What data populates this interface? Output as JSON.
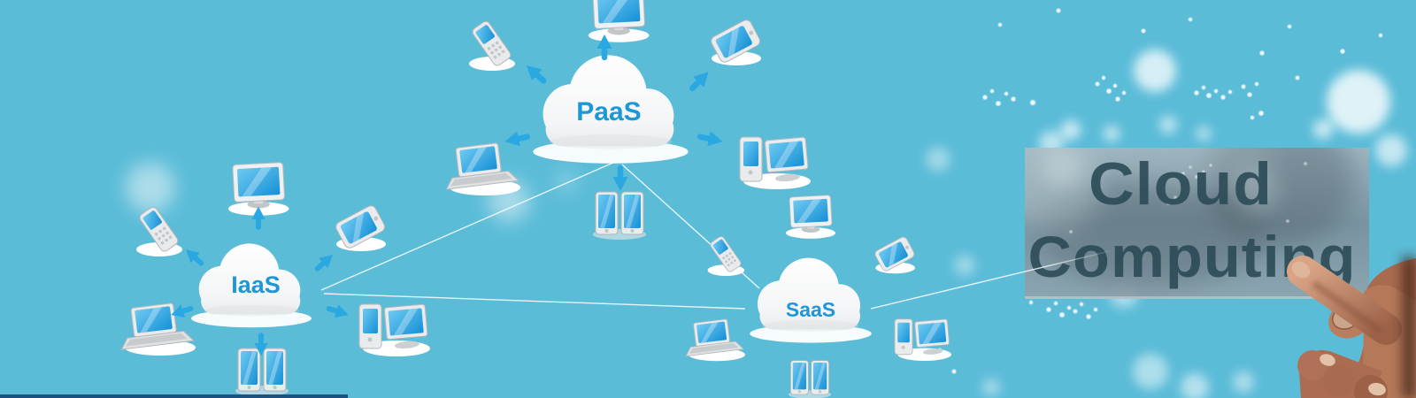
{
  "banner": {
    "description": "Cloud computing concept banner: three clouds (PaaS, IaaS, SaaS) linked to client devices, with a hand touching the words Cloud Computing"
  },
  "clouds": [
    {
      "id": "paas",
      "label": "PaaS"
    },
    {
      "id": "iaas",
      "label": "IaaS"
    },
    {
      "id": "saas",
      "label": "SaaS"
    }
  ],
  "panel": {
    "line1": "Cloud",
    "line2": "Computing"
  },
  "colors": {
    "background": "#5bbcd8",
    "arrow_blue": "#29a8e1",
    "cloud_label_blue": "#1e97d8",
    "device_screen_blue": "#2aa4e0",
    "cloud_fill": "#f6f7f8",
    "network_line": "#ffffff",
    "panel_background": "#7b909b",
    "panel_text": "#2d4c58",
    "bottom_bar": "#1d517f",
    "hand_skin": "#b97e5f"
  },
  "icons": {
    "cloud-icon": "fluffy white cloud on white ellipse platform",
    "monitor-icon": "desktop monitor with blue screen",
    "laptop-icon": "laptop with blue screen",
    "feature-phone-icon": "tilted feature phone with keypad",
    "smartphone-icon": "tilted smartphone / PDA with blue screen",
    "desktop-tower-icon": "computer tower with monitor",
    "dual-phones-icon": "pair of upright smartphones",
    "arrow-icon": "short blue arrow radiating from cloud",
    "pointing-hand-image": "photographic hand with index finger touching the text",
    "bokeh-sparkles": "soft white bokeh dots and glows"
  }
}
